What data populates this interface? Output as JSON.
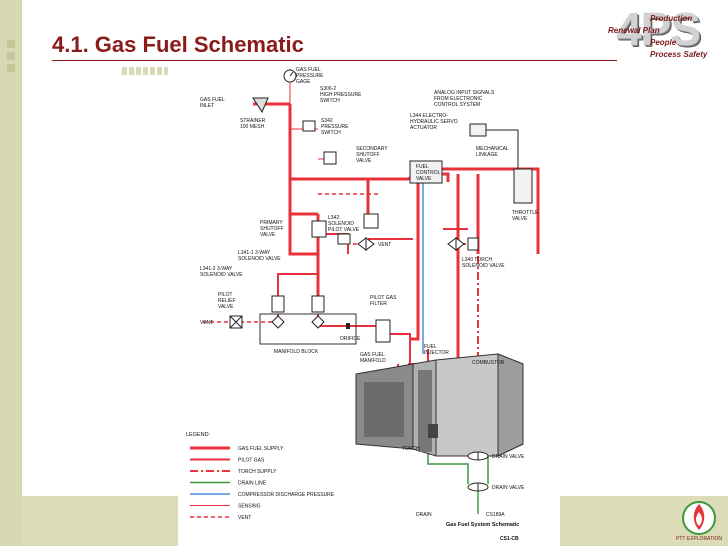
{
  "slide": {
    "title": "4.1. Gas Fuel Schematic"
  },
  "logo": {
    "mark": "4PS",
    "lines": [
      "Production",
      "Renewal Plan",
      "People",
      "Process Safety"
    ]
  },
  "corner_logo": {
    "caption": "PTT EXPLORATION"
  },
  "diagram": {
    "labels": {
      "gas_fuel_pressure_gage": [
        "GAS FUEL",
        "PRESSURE",
        "GAGE"
      ],
      "gas_fuel_inlet": [
        "GAS FUEL",
        "INLET"
      ],
      "strainer": [
        "STRAINER",
        "100 MESH"
      ],
      "s306_2": [
        "S306-2",
        "HIGH PRESSURE",
        "SWITCH"
      ],
      "s342": [
        "S342",
        "PRESSURE",
        "SWITCH"
      ],
      "analog_inputs": [
        "ANALOG INPUT SIGNALS",
        "FROM ELECTRONIC",
        "CONTROL SYSTEM"
      ],
      "l344": [
        "L344 ELECTRO-",
        "HYDRAULIC SERVO",
        "ACTUATOR"
      ],
      "secondary_shutoff": [
        "SECONDARY",
        "SHUTOFF",
        "VALVE"
      ],
      "fuel_control_valve": [
        "FUEL",
        "CONTROL",
        "VALVE"
      ],
      "mechanical_linkage": [
        "MECHANICAL",
        "LINKAGE"
      ],
      "throttle_valve": [
        "THROTTLE",
        "VALVE"
      ],
      "primary_shutoff": [
        "PRIMARY",
        "SHUTOFF",
        "VALVE"
      ],
      "l342": [
        "L342",
        "SOLENOID",
        "PILOT VALVE"
      ],
      "l341_1": [
        "L341-1 3-WAY",
        "SOLENOID VALVE"
      ],
      "l341_2": [
        "L341-2 3-WAY",
        "SOLENOID VALVE"
      ],
      "vent_mid": "VENT",
      "l340": [
        "L340 TORCH",
        "SOLENOID VALVE"
      ],
      "pilot_relief": [
        "PILOT",
        "RELIEF",
        "VALVE"
      ],
      "vent_left": "VENT",
      "pilot_gas_filter": [
        "PILOT GAS",
        "FILTER"
      ],
      "orifice": "ORIFICE",
      "manifold_block": "MANIFOLD BLOCK",
      "gas_fuel_manifold": [
        "GAS FUEL",
        "MANIFOLD"
      ],
      "fuel_injector": [
        "FUEL",
        "INJECTOR"
      ],
      "combustor": "COMBUSTOR",
      "torch": "TORCH",
      "drain_valve_1": "DRAIN VALVE",
      "drain_valve_2": "DRAIN VALVE",
      "drain": "DRAIN",
      "code": "CS189A",
      "figure_caption": "Gas Fuel System Schematic",
      "figure_ref": "CS1-CB"
    },
    "legend": {
      "title": "LEGEND:",
      "items": [
        {
          "label": "GAS FUEL SUPPLY",
          "color": "#e8313b",
          "style": "thick"
        },
        {
          "label": "PILOT GAS",
          "color": "#e8313b",
          "style": "medium"
        },
        {
          "label": "TORCH SUPPLY",
          "color": "#e8313b",
          "style": "dashdot"
        },
        {
          "label": "DRAIN LINE",
          "color": "#3a9a3a",
          "style": "solid"
        },
        {
          "label": "COMPRESSOR DISCHARGE PRESSURE",
          "color": "#4a8ed8",
          "style": "solid"
        },
        {
          "label": "SENSING",
          "color": "#e8313b",
          "style": "thin"
        },
        {
          "label": "VENT",
          "color": "#e8313b",
          "style": "dashed"
        }
      ]
    }
  },
  "colors": {
    "title": "#8b1a1a",
    "fuel": "#e8313b",
    "drain": "#3a9a3a",
    "cdp": "#4a8ed8",
    "stripe": "#d8d8b4"
  }
}
